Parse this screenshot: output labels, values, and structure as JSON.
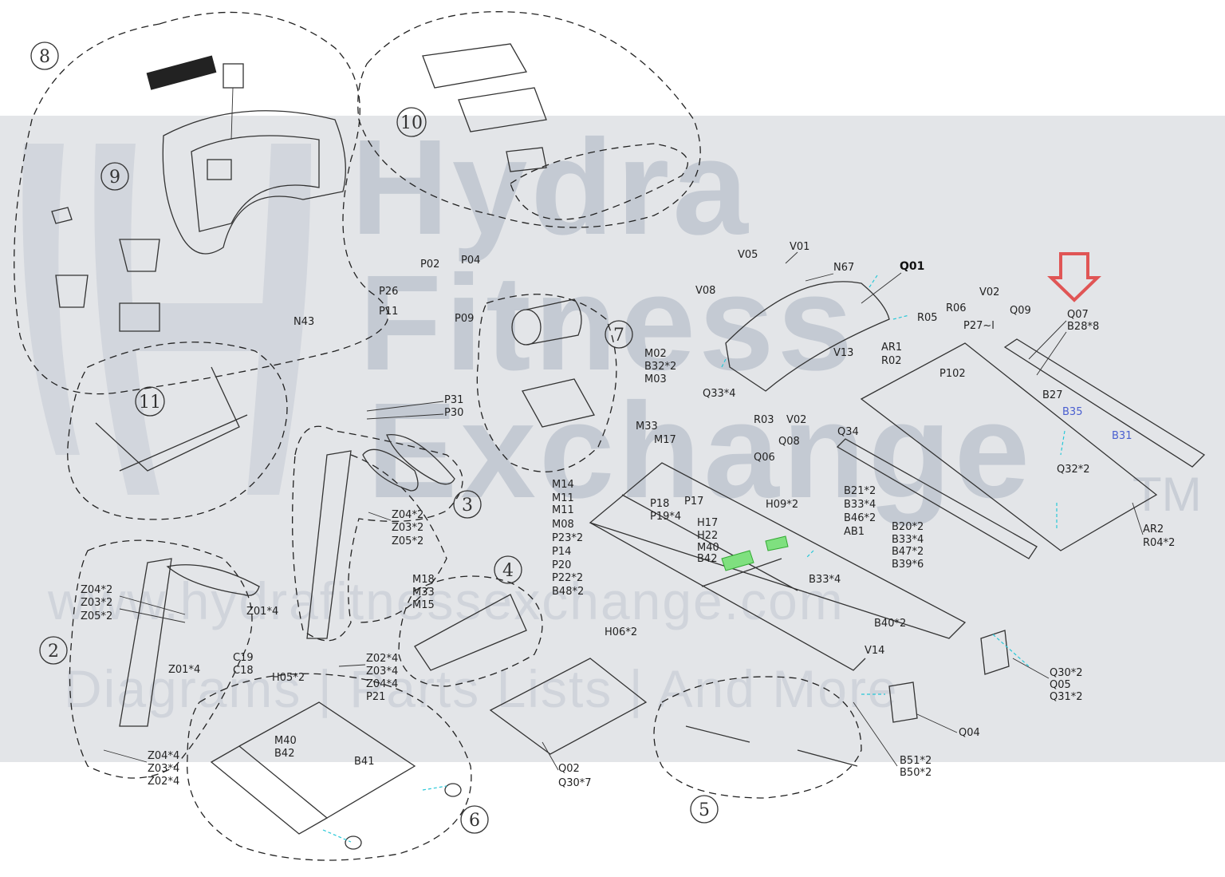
{
  "watermark": {
    "brand_line1": "Hydra",
    "brand_line2": "Fitness",
    "brand_line3": "Exchange",
    "trademark": "TM",
    "url": "www.hydrafitnessexchange.com",
    "tagline": "Diagrams | Parts Lists | And More"
  },
  "highlight_color": "#e05555",
  "group_numbers": [
    "8",
    "9",
    "10",
    "11",
    "7",
    "3",
    "2",
    "4",
    "6",
    "5"
  ],
  "labels": {
    "Q01": "Q01",
    "V01": "V01",
    "V05": "V05",
    "V08": "V08",
    "N67": "N67",
    "V13": "V13",
    "Q33_4": "Q33*4",
    "R03": "R03",
    "V02a": "V02",
    "Q34": "Q34",
    "Q08": "Q08",
    "Q06": "Q06",
    "R05": "R05",
    "R06": "R06",
    "P27": "P27~l",
    "V02b": "V02",
    "Q09": "Q09",
    "Q07": "Q07",
    "B28_8": "B28*8",
    "AR1": "AR1",
    "R02": "R02",
    "P102": "P102",
    "B27": "B27",
    "B35": "B35",
    "B31": "B31",
    "Q32_2": "Q32*2",
    "AR2": "AR2",
    "R04_2": "R04*2",
    "P02": "P02",
    "P04": "P04",
    "P26": "P26",
    "P11": "P11",
    "P09": "P09",
    "N43": "N43",
    "P31": "P31",
    "P30": "P30",
    "M02": "M02",
    "B32_2": "B32*2",
    "M03": "M03",
    "M33a": "M33",
    "M17": "M17",
    "M14": "M14",
    "M11a": "M11",
    "M11b": "M11",
    "M08": "M08",
    "P23_2": "P23*2",
    "P14": "P14",
    "P20": "P20",
    "P22_2": "P22*2",
    "B48_2": "B48*2",
    "P18": "P18",
    "P17": "P17",
    "P19_4": "P19*4",
    "H09_2": "H09*2",
    "B21_2": "B21*2",
    "B33_4a": "B33*4",
    "B46_2": "B46*2",
    "AB1": "AB1",
    "H17": "H17",
    "H22": "H22",
    "M40a": "M40",
    "B42a": "B42",
    "B20_2": "B20*2",
    "B33_4b": "B33*4",
    "B47_2": "B47*2",
    "B39_6": "B39*6",
    "B33_4c": "B33*4",
    "B40_2": "B40*2",
    "H06_2": "H06*2",
    "V14": "V14",
    "Q30_2": "Q30*2",
    "Q05": "Q05",
    "Q31_2": "Q31*2",
    "Q04": "Q04",
    "B51_2": "B51*2",
    "B50_2": "B50*2",
    "Q02": "Q02",
    "Q30_7": "Q30*7",
    "Z04_2a": "Z04*2",
    "Z03_2a": "Z03*2",
    "Z05_2a": "Z05*2",
    "Z04_2b": "Z04*2",
    "Z03_2b": "Z03*2",
    "Z05_2b": "Z05*2",
    "Z01_4a": "Z01*4",
    "Z01_4b": "Z01*4",
    "C19": "C19",
    "C18": "C18",
    "Z04_4a": "Z04*4",
    "Z03_4a": "Z03*4",
    "Z02_4a": "Z02*4",
    "H05_2": "H05*2",
    "Z02_4b": "Z02*4",
    "Z03_4b": "Z03*4",
    "Z04_4b": "Z04*4",
    "P21": "P21",
    "M40b": "M40",
    "B42b": "B42",
    "B41": "B41",
    "M18": "M18",
    "M33b": "M33",
    "M15": "M15"
  }
}
